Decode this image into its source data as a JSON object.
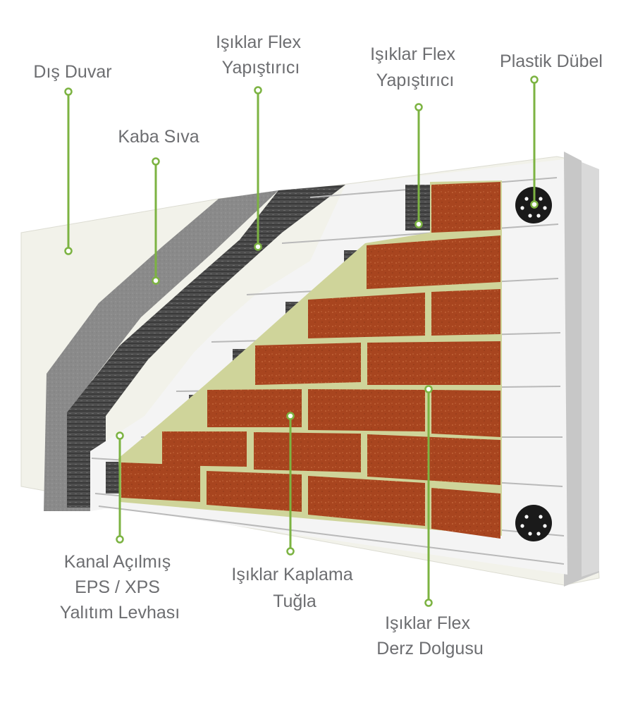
{
  "colors": {
    "leader_line": "#7cb342",
    "label_text": "#6d6e71",
    "brick": "#a8451f",
    "mortar": "#cfd49a",
    "plaster": "#8a8a8a",
    "adhesive": "#4e4e4e",
    "eps_board": "#f3f3f3",
    "wall": "#f2f2ea",
    "dowel": "#1a1a1a"
  },
  "labels": {
    "outer_wall": {
      "lines": [
        "Dış Duvar"
      ]
    },
    "rough_plaster": {
      "lines": [
        "Kaba Sıva"
      ]
    },
    "flex_adhesive_left": {
      "lines": [
        "Işıklar Flex",
        "Yapıştırıcı"
      ]
    },
    "flex_adhesive_right": {
      "lines": [
        "Işıklar Flex",
        "Yapıştırıcı"
      ]
    },
    "plastic_dowel": {
      "lines": [
        "Plastik Dübel"
      ]
    },
    "eps_xps_board": {
      "lines": [
        "Kanal Açılmış",
        "EPS / XPS",
        "Yalıtım Levhası"
      ]
    },
    "cladding_brick": {
      "lines": [
        "Işıklar Kaplama",
        "Tuğla"
      ]
    },
    "flex_joint_filler": {
      "lines": [
        "Işıklar Flex",
        "Derz Dolgusu"
      ]
    }
  }
}
